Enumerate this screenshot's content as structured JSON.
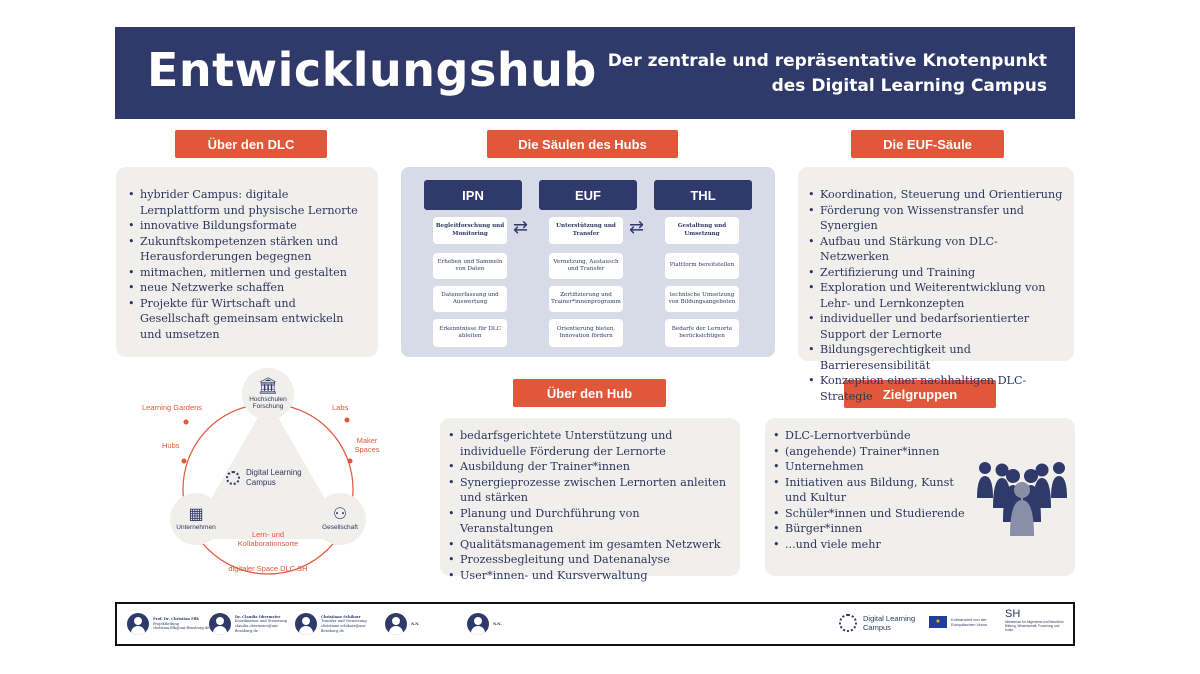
{
  "header": {
    "title": "Entwicklungshub",
    "subtitle_line1": "Der zentrale und repräsentative Knotenpunkt",
    "subtitle_line2": "des Digital Learning Campus"
  },
  "labels": {
    "about_dlc": "Über den DLC",
    "pillars": "Die Säulen des Hubs",
    "euf_pillar": "Die EUF-Säule",
    "about_hub": "Über den Hub",
    "target_groups": "Zielgruppen"
  },
  "about_dlc": [
    "hybrider Campus: digitale Lernplattform und physische Lernorte",
    "innovative Bildungsformate",
    "Zukunftskompetenzen stärken und Herausforderungen begegnen",
    "mitmachen, mitlernen und gestalten",
    "neue Netzwerke schaffen",
    "Projekte für Wirtschaft und Gesellschaft gemeinsam entwickeln und umsetzen"
  ],
  "pillars": {
    "heads": [
      "IPN",
      "EUF",
      "THL"
    ],
    "ipn": [
      "Begleitforschung und Monitoring",
      "Erheben und Sammeln von Daten",
      "Datenerfassung und Auswertung",
      "Erkenntnisse für DLC ableiten"
    ],
    "euf": [
      "Unterstützung und Transfer",
      "Vernetzung, Austausch und Transfer",
      "Zertifizierung und Trainer*innenprogramm",
      "Orientierung bieten, Innovation fördern"
    ],
    "thl": [
      "Gestaltung und Umsetzung",
      "Plattform bereitstellen",
      "technische Umsetzung von Bildungsangeboten",
      "Bedarfe der Lernorte berücksichtigen"
    ]
  },
  "euf_pillar": [
    "Koordination, Steuerung und Orientierung",
    "Förderung von Wissenstransfer und Synergien",
    "Aufbau und Stärkung von DLC-Netzwerken",
    "Zertifizierung und Training",
    "Exploration und Weiterentwicklung von Lehr- und Lernkonzepten",
    "individueller und bedarfsorientierter Support der Lernorte",
    "Bildungsgerechtigkeit und Barrieresensibilität",
    "Konzeption einer nachhaltigen DLC-Strategie"
  ],
  "about_hub": [
    "bedarfsgerichtete Unterstützung und individuelle Förderung der Lernorte",
    "Ausbildung der Trainer*innen",
    "Synergieprozesse zwischen Lernorten anleiten und stärken",
    "Planung und Durchführung von Veranstaltungen",
    "Qualitätsmanagement im gesamten Netzwerk",
    "Prozessbegleitung und Datenanalyse",
    "User*innen- und Kursverwaltung"
  ],
  "target_groups": [
    "DLC-Lernortverbünde",
    "(angehende) Trainer*innen",
    "Unternehmen",
    "Initiativen aus Bildung, Kunst und Kultur",
    "Schüler*innen und Studierende",
    "Bürger*innen",
    "...und viele mehr"
  ],
  "diagram": {
    "node_top": "Hochschulen Forschung",
    "node_left": "Unternehmen",
    "node_right": "Gesellschaft",
    "center": "Digital Learning Campus",
    "learning_gardens": "Learning Gardens",
    "labs": "Labs",
    "hubs": "Hubs",
    "maker_spaces": "Maker Spaces",
    "bottom_inner": "Lern- und Kollaborationsorte",
    "bottom_outer": "digitaler Space DLC.SH",
    "icons": [
      "institution-icon",
      "building-icon",
      "people-group-icon",
      "dlc-dots-icon"
    ]
  },
  "footer": {
    "persons": [
      {
        "name": "Prof. Dr. Christian Filk",
        "role": "Projektleitung",
        "mail": "christian.filk@uni-flensburg.de"
      },
      {
        "name": "Dr. Claudia Obermeier",
        "role": "Koordination und Steuerung",
        "mail": "claudia.obermeier@uni-flensburg.de"
      },
      {
        "name": "Christiane Schikorr",
        "role": "Transfer und Vernetzung",
        "mail": "christiane.schikorr@uni-flensburg.de"
      },
      {
        "name": "N.N.",
        "role": "",
        "mail": ""
      },
      {
        "name": "N.N.",
        "role": "",
        "mail": ""
      }
    ],
    "dlc_logo": "Digital Learning Campus",
    "eu_text": "Kofinanziert von der Europäischen Union",
    "sh_logo": "SH",
    "sh_text": "Ministerium für Allgemeine und Berufliche Bildung, Wissenschaft, Forschung und Kultur"
  }
}
